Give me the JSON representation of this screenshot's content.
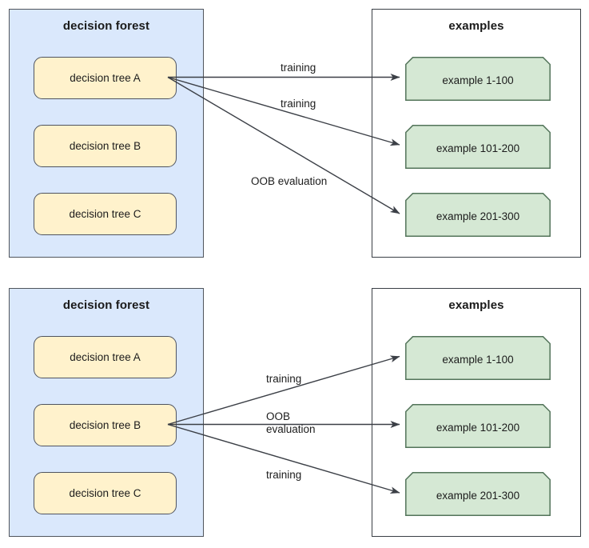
{
  "colors": {
    "forest_panel_fill": "#dae8fc",
    "forest_panel_stroke": "#50555c",
    "examples_panel_fill": "#ffffff",
    "examples_panel_stroke": "#3a3f45",
    "tree_box_fill": "#fff2cc",
    "tree_box_stroke": "#4f5460",
    "example_box_fill": "#d5e8d4",
    "example_box_stroke": "#53745a",
    "arrow_stroke": "#3b3f46",
    "text": "#1c1c1c"
  },
  "diagrams": [
    {
      "id": "diagram-tree-a",
      "forest": {
        "title": "decision forest",
        "trees": [
          {
            "label": "decision tree A",
            "highlighted": true
          },
          {
            "label": "decision tree B",
            "highlighted": false
          },
          {
            "label": "decision tree C",
            "highlighted": false
          }
        ]
      },
      "examples": {
        "title": "examples",
        "items": [
          {
            "label": "example 1-100"
          },
          {
            "label": "example 101-200"
          },
          {
            "label": "example 201-300"
          }
        ]
      },
      "edges": [
        {
          "from": "decision tree A",
          "to": "example 1-100",
          "label": "training",
          "label_lines": [
            "training"
          ]
        },
        {
          "from": "decision tree A",
          "to": "example 101-200",
          "label": "training",
          "label_lines": [
            "training"
          ]
        },
        {
          "from": "decision tree A",
          "to": "example 201-300",
          "label": "OOB evaluation",
          "label_lines": [
            "OOB evaluation"
          ]
        }
      ]
    },
    {
      "id": "diagram-tree-b",
      "forest": {
        "title": "decision forest",
        "trees": [
          {
            "label": "decision tree A",
            "highlighted": false
          },
          {
            "label": "decision tree B",
            "highlighted": true
          },
          {
            "label": "decision tree C",
            "highlighted": false
          }
        ]
      },
      "examples": {
        "title": "examples",
        "items": [
          {
            "label": "example 1-100"
          },
          {
            "label": "example 101-200"
          },
          {
            "label": "example 201-300"
          }
        ]
      },
      "edges": [
        {
          "from": "decision tree B",
          "to": "example 1-100",
          "label": "training",
          "label_lines": [
            "training"
          ]
        },
        {
          "from": "decision tree B",
          "to": "example 101-200",
          "label": "OOB evaluation",
          "label_lines": [
            "OOB",
            "evaluation"
          ]
        },
        {
          "from": "decision tree B",
          "to": "example 201-300",
          "label": "training",
          "label_lines": [
            "training"
          ]
        }
      ]
    }
  ]
}
